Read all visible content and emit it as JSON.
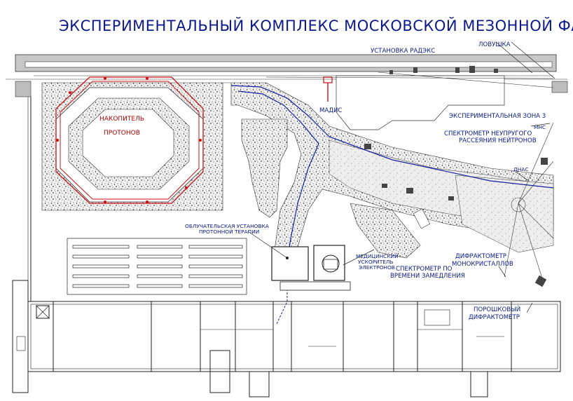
{
  "title": "ЭКСПЕРИМЕНТАЛЬНЫЙ КОМПЛЕКС МОСКОВСКОЙ МЕЗОННОЙ ФАБРИКИ",
  "labels": {
    "radex": "УСТАНОВКА РАДЭКС",
    "trap": "ЛОВУШКА",
    "storage_ring_line1": "НАКОПИТЕЛЬ",
    "storage_ring_line2": "ПРОТОНОВ",
    "madis": "МАДИС",
    "exp_zone": "ЭКСПЕРИМЕНТАЛЬНАЯ ЗОНА 3",
    "mns": "МНС",
    "inelastic_line1": "СПЕКТРОМЕТР НЕУПРУГОГО",
    "inelastic_line2": "РАССЕЯНИЯ НЕЙТРОНОВ",
    "dnas": "ДНАС",
    "therapy_line1": "ОБЛУЧАТЕЛЬСКАЯ УСТАНОВКА",
    "therapy_line2": "ПРОТОННОЙ ТЕРАПИИ",
    "med_acc_line1": "МЕДИЦИНСКИЙ",
    "med_acc_line2": "УСКОРИТЕЛЬ",
    "med_acc_line3": "ЭЛЕКТРОНОВ",
    "diffractometer_line1": "ДИФРАКТОМЕТР",
    "diffractometer_line2": "МОНОКРИСТАЛЛОВ",
    "tof_line1": "СПЕКТРОМЕТР ПО",
    "tof_line2": "ВРЕМЕНИ ЗАМЕДЛЕНИЯ",
    "powder_line1": "ПОРОШКОВЫЙ",
    "powder_line2": "ДИФРАКТОМЕТР"
  },
  "colors": {
    "text": "#0a1a8c",
    "ring": "#cc1111",
    "walls": "#222222",
    "shielding": "#e6e6e6"
  }
}
